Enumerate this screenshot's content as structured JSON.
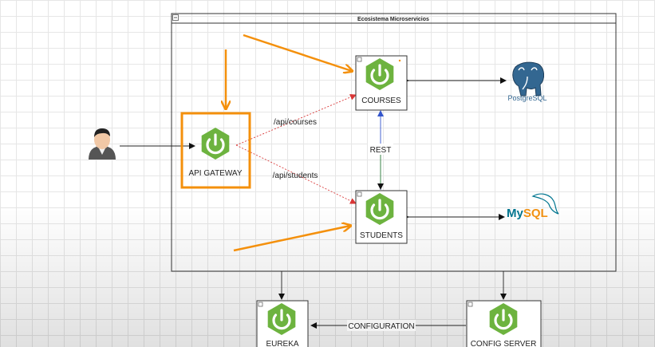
{
  "container": {
    "title": "Ecosistema Microservicios"
  },
  "services": {
    "courses": "COURSES",
    "students": "STUDENTS",
    "gateway": "API GATEWAY",
    "eureka": "EUREKA",
    "config": "CONFIG SERVER"
  },
  "routes": {
    "courses": "/api/courses",
    "students": "/api/students"
  },
  "links": {
    "rest": "REST",
    "configuration": "CONFIGURATION"
  },
  "databases": {
    "postgres": "PostgreSQL",
    "mysql_my": "My",
    "mysql_sql": "SQL"
  },
  "colors": {
    "spring_green": "#6DB33F",
    "highlight_orange": "#F4900C",
    "route_red": "#D93636",
    "rest_blue": "#3355CC",
    "postgres_blue": "#336791",
    "mysql_blue": "#00758F",
    "mysql_orange": "#F29111"
  }
}
